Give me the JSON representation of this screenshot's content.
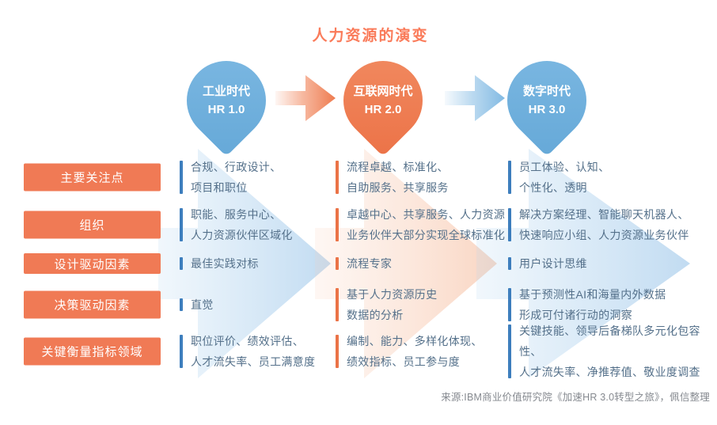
{
  "title": "人力资源的演变",
  "pins": [
    {
      "era": "工业时代",
      "version": "HR 1.0",
      "color": "#6FAFDC"
    },
    {
      "era": "互联网时代",
      "version": "HR 2.0",
      "color": "#ED7A50"
    },
    {
      "era": "数字时代",
      "version": "HR 3.0",
      "color": "#6FAFDC"
    }
  ],
  "rows": [
    {
      "label": "主要关注点",
      "cols": [
        "合规、行政设计、\n项目和职位",
        "流程卓越、标准化、\n自助服务、共享服务",
        "员工体验、认知、\n个性化、透明"
      ]
    },
    {
      "label": "组织",
      "cols": [
        "职能、服务中心、\n人力资源伙伴区域化",
        "卓越中心、共享服务、人力资源\n业务伙伴大部分实现全球标准化",
        "解决方案经理、智能聊天机器人、\n快速响应小组、人力资源业务伙伴"
      ]
    },
    {
      "label": "设计驱动因素",
      "cols": [
        "最佳实践对标",
        "流程专家",
        "用户设计思维"
      ]
    },
    {
      "label": "决策驱动因素",
      "cols": [
        "直觉",
        "基于人力资源历史\n数据的分析",
        "基于预测性AI和海量内外数据\n形成可付诸行动的洞察"
      ]
    },
    {
      "label": "关键衡量指标领域",
      "cols": [
        "职位评价、绩效评估、\n人才流失率、员工满意度",
        "编制、能力、多样化体现、\n绩效指标、员工参与度",
        "关键技能、领导后备梯队多元化包容性、\n人才流失率、净推荐值、敬业度调查"
      ]
    }
  ],
  "source": "来源:IBM商业价值研究院《加速HR 3.0转型之旅》，佩信整理",
  "icons": {
    "flow_arrow": "arrow-right-icon",
    "watermark": "arrow-right-watermark"
  },
  "colors": {
    "title_text": "#FA7B5A",
    "label_bg": "#F07A55",
    "pin_blue": "#6FAFDC",
    "pin_orange": "#ED7A50",
    "bar_blue": "#3D7EBD",
    "bar_orange": "#EB7347",
    "body_text": "#54708A",
    "source_text": "#85898F",
    "watermark_blue": "#C8E0F3",
    "watermark_orange": "#FBDCCB"
  }
}
